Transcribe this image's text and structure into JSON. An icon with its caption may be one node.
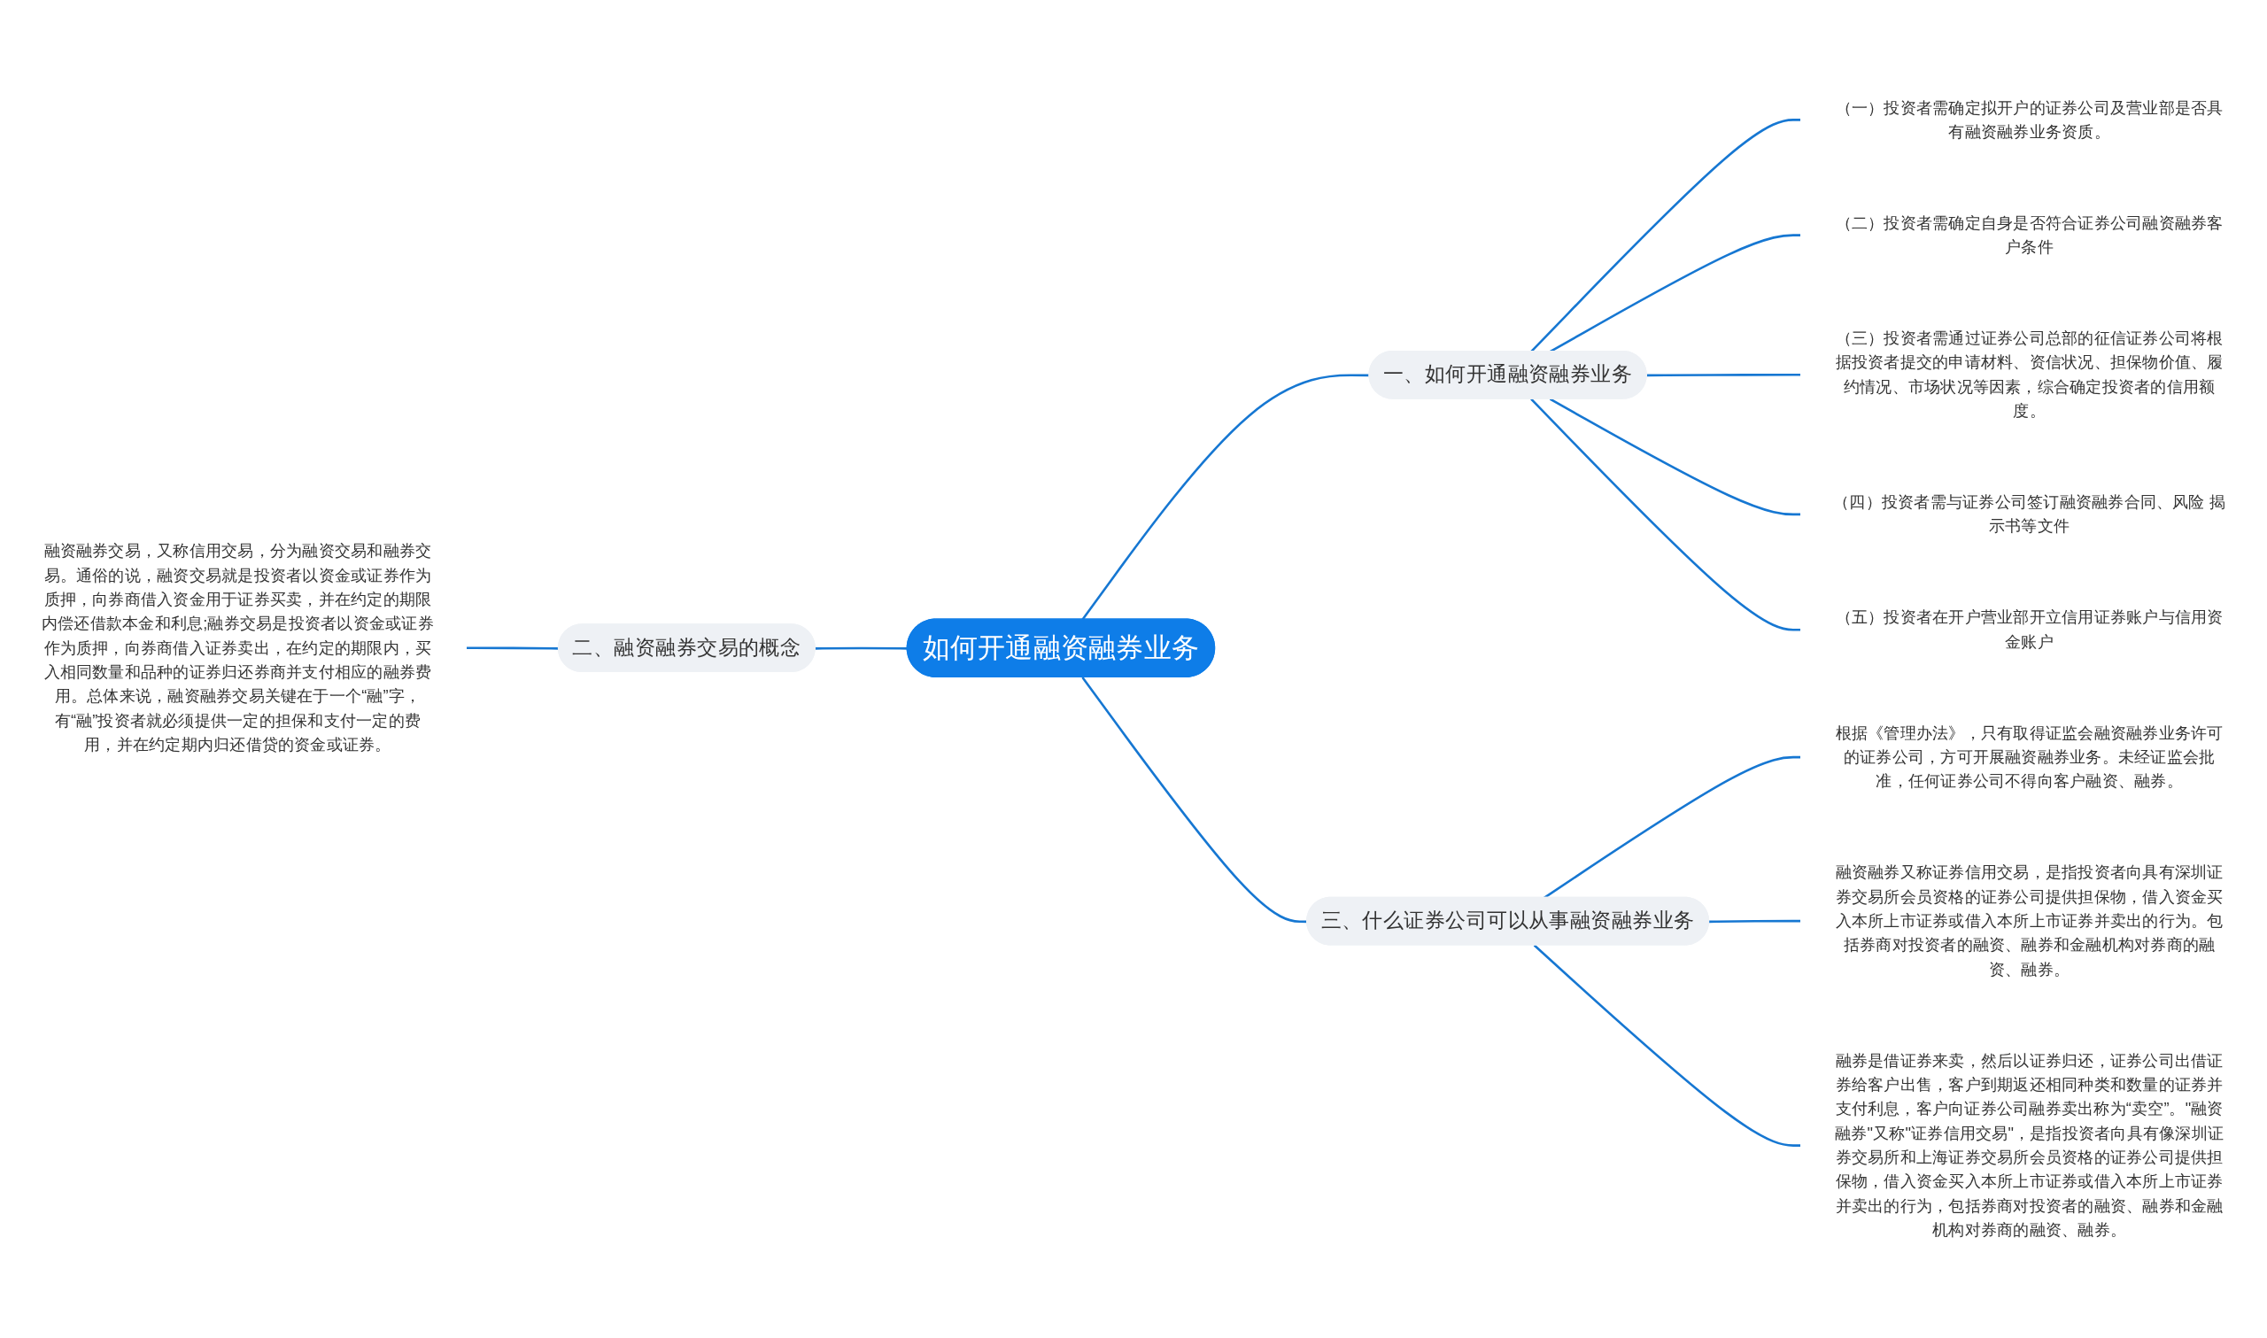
{
  "diagram": {
    "nodes": [
      {
        "text": [
          "如何开通融资融券业务"
        ]
      },
      {
        "text": [
          "一、如何开通融资融券业务"
        ]
      },
      {
        "text": [
          "（一）投资者需确定拟开户的证券公司及营业部是否具有融资融券业务资质。"
        ]
      },
      {
        "text": [
          "（二）投资者需确定自身是否符合证券公司融资融券客户条件"
        ]
      },
      {
        "text": [
          "（三）投资者需通过证券公司总部的征信证券公司将根据投资者提交的申请材料、资信状况、担保物价值、履约情况、市场状况等因素，综合确定投资者的信用额度。"
        ]
      },
      {
        "text": [
          "（四）投资者需与证券公司签订融资融券合同、风险 揭示书等文件"
        ]
      },
      {
        "text": [
          "（五）投资者在开户营业部开立信用证券账户与信用资金账户"
        ]
      },
      {
        "text": [
          "二、融资融券交易的概念"
        ]
      },
      {
        "text": [
          "融资融券交易，又称信用交易，分为融资交易和融券交易。通俗的说，融资交易就是投资者以资金或证券作为质押，向券商借入资金用于证券买卖，并在约定的期限内偿还借款本金和利息;融券交易是投资者以资金或证券作为质押，向券商借入证券卖出，在约定的期限内，买入相同数量和品种的证券归还券商并支付相应的融券费用。总体来说，融资融券交易关键在于一个“融”字，有“融”投资者就必须提供一定的担保和支付一定的费用，并在约定期内归还借贷的资金或证券。"
        ]
      },
      {
        "text": [
          "三、什么证券公司可以从事融资融券业务"
        ]
      },
      {
        "text": [
          "根据《管理办法》，只有取得证监会融资融券业务许可的证券公司，方可开展融资融券业务。未经证监会批准，任何证券公司不得向客户融资、融券。"
        ]
      },
      {
        "text": [
          "融资融券又称证券信用交易，是指投资者向具有深圳证券交易所会员资格的证券公司提供担保物，借入资金买入本所上市证券或借入本所上市证券并卖出的行为。包括券商对投资者的融资、融券和金融机构对券商的融资、融券。"
        ]
      },
      {
        "text": [
          "融券是借证券来卖，然后以证券归还，证券公司出借证券给客户出售，客户到期返还相同种类和数量的证券并支付利息，客户向证券公司融券卖出称为“卖空”。\"融资融券\"又称\"证券信用交易\"，是指投资者向具有像深圳证券交易所和上海证券交易所会员资格的证券公司提供担保物，借入资金买入本所上市证券或借入本所上市证券并卖出的行为，包括券商对投资者的融资、融券和金融机构对券商的融资、融券。"
        ]
      }
    ],
    "edges": [
      {
        "from": 0,
        "to": 1,
        "arrow": "none"
      },
      {
        "from": 1,
        "to": 2,
        "arrow": "none"
      },
      {
        "from": 1,
        "to": 3,
        "arrow": "none"
      },
      {
        "from": 1,
        "to": 4,
        "arrow": "none"
      },
      {
        "from": 1,
        "to": 5,
        "arrow": "none"
      },
      {
        "from": 1,
        "to": 6,
        "arrow": "none"
      },
      {
        "from": 8,
        "to": 7,
        "arrow": "none"
      },
      {
        "from": 7,
        "to": 0,
        "arrow": "none"
      },
      {
        "from": 0,
        "to": 9,
        "arrow": "none"
      },
      {
        "from": 9,
        "to": 10,
        "arrow": "none"
      },
      {
        "from": 9,
        "to": 11,
        "arrow": "none"
      },
      {
        "from": 9,
        "to": 12,
        "arrow": "none"
      }
    ]
  }
}
